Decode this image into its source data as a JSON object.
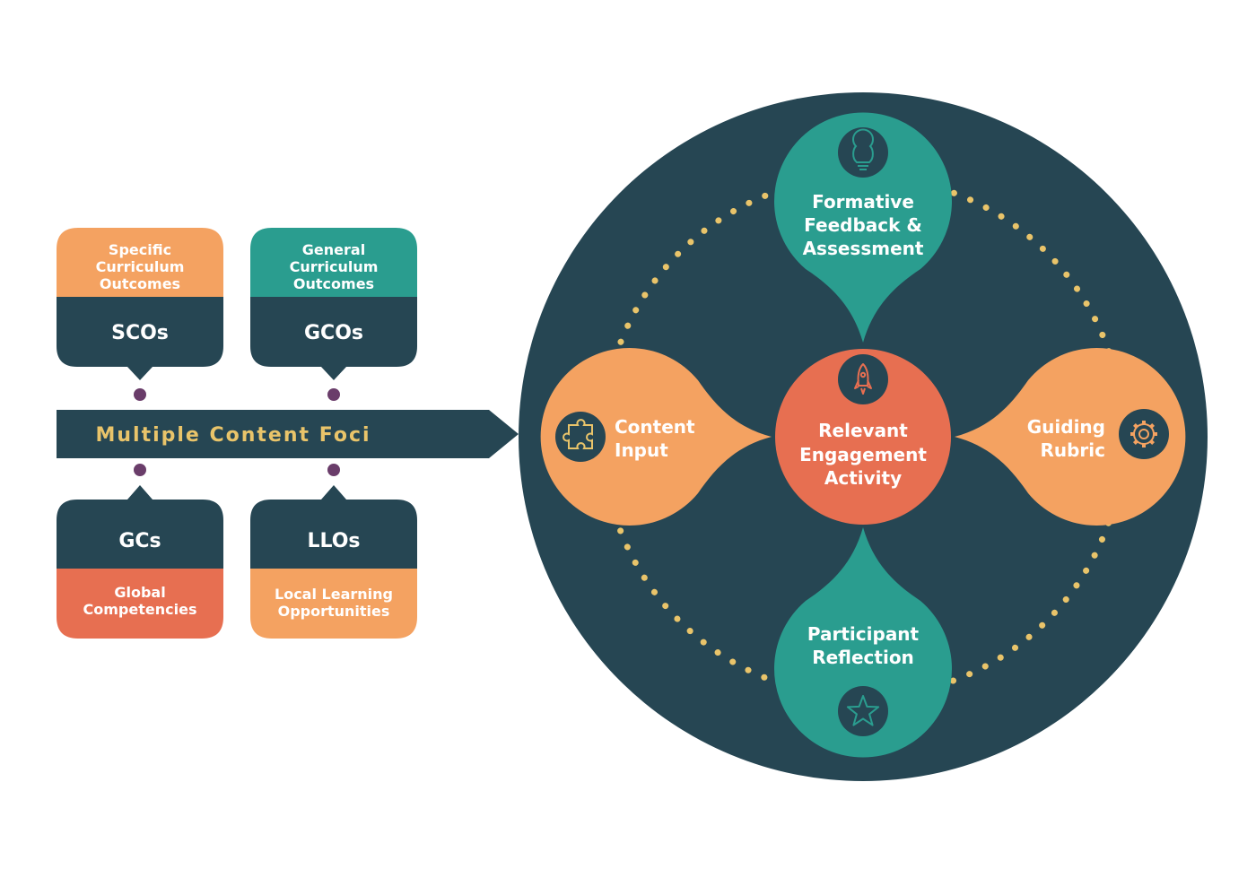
{
  "colors": {
    "navy": "#264653",
    "teal": "#2A9D8F",
    "orange": "#F4A261",
    "coral": "#E76F51",
    "gold": "#E9C46A",
    "purple": "#6A3D6A",
    "white": "#FFFFFF"
  },
  "outcome_cards": [
    {
      "name": "sco-card",
      "header_lines": [
        "Specific",
        "Curriculum",
        "Outcomes"
      ],
      "abbrev": "SCOs",
      "header_color": "orange"
    },
    {
      "name": "gco-card",
      "header_lines": [
        "General",
        "Curriculum",
        "Outcomes"
      ],
      "abbrev": "GCOs",
      "header_color": "teal"
    },
    {
      "name": "gc-card",
      "footer_lines": [
        "Global",
        "Competencies"
      ],
      "abbrev": "GCs",
      "footer_color": "coral"
    },
    {
      "name": "llo-card",
      "footer_lines": [
        "Local Learning",
        "Opportunities"
      ],
      "abbrev": "LLOs",
      "footer_color": "orange"
    }
  ],
  "arrow_banner": {
    "label": "Multiple Content Foci"
  },
  "cycle": {
    "center": {
      "lines": [
        "Relevant",
        "Engagement",
        "Activity"
      ],
      "icon": "rocket-icon"
    },
    "petals": [
      {
        "name": "petal-formative",
        "lines": [
          "Formative",
          "Feedback &",
          "Assessment"
        ],
        "icon": "lightbulb-icon",
        "color": "teal"
      },
      {
        "name": "petal-content",
        "lines": [
          "Content",
          "Input"
        ],
        "icon": "puzzle-icon",
        "color": "orange"
      },
      {
        "name": "petal-rubric",
        "lines": [
          "Guiding",
          "Rubric"
        ],
        "icon": "gear-icon",
        "color": "orange"
      },
      {
        "name": "petal-reflection",
        "lines": [
          "Participant",
          "Reflection"
        ],
        "icon": "star-icon",
        "color": "teal"
      }
    ]
  }
}
